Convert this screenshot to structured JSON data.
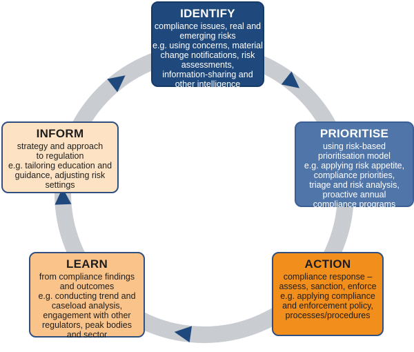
{
  "colors": {
    "ring": "#c9ccd1",
    "arrow": "#1f497d",
    "identify_fill": "#1f497d",
    "prioritise_fill": "#5075a8",
    "action_fill": "#f18e1c",
    "learn_fill": "#f9c38a",
    "inform_fill": "#fde3c3"
  },
  "stages": {
    "identify": {
      "title": "IDENTIFY",
      "lines": [
        "compliance issues, real and",
        "emerging risks",
        "e.g. using concerns, material",
        "change notifications, risk",
        "assessments,",
        "information-sharing and",
        "other intelligence"
      ]
    },
    "prioritise": {
      "title": "PRIORITISE",
      "lines": [
        "using risk-based",
        "prioritisation model",
        "e.g. applying risk appetite,",
        "compliance priorities,",
        "triage and risk analysis,",
        "proactive annual",
        "compliance programs"
      ]
    },
    "action": {
      "title": "ACTION",
      "lines": [
        "compliance response –",
        "assess, sanction, enforce",
        "e.g. applying compliance",
        "and enforcement policy,",
        "processes/procedures"
      ]
    },
    "learn": {
      "title": "LEARN",
      "lines": [
        "from compliance findings",
        "and outcomes",
        "e.g. conducting trend and",
        "caseload analysis,",
        "engagement with other",
        "regulators, peak bodies",
        "and sector"
      ]
    },
    "inform": {
      "title": "INFORM",
      "lines": [
        "strategy and approach",
        "to regulation",
        "e.g. tailoring education and",
        "guidance, adjusting risk",
        "settings"
      ]
    }
  },
  "arrows": [
    "identify-to-prioritise",
    "prioritise-to-action",
    "action-to-learn",
    "learn-to-inform",
    "inform-to-identify"
  ]
}
